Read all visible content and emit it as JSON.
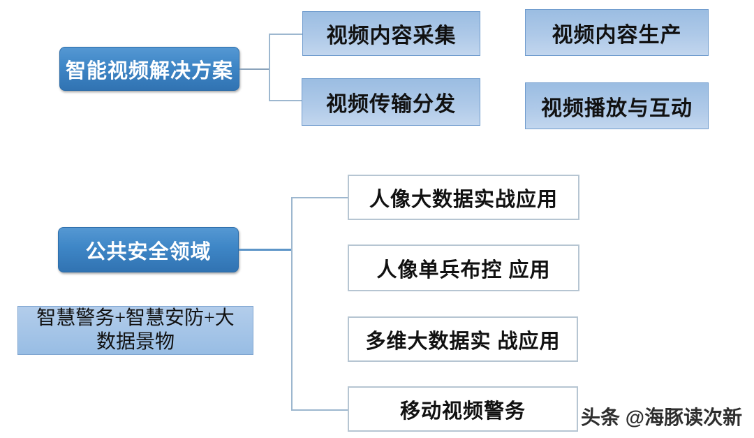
{
  "page": {
    "background": "#ffffff"
  },
  "colors": {
    "root_box_top": "#5598d3",
    "root_box_bottom": "#3173b2",
    "root_box_border": "#2c6ca8",
    "root_box_text": "#ffffff",
    "child_box_top": "#9bbde2",
    "child_box_bottom": "#c2d6ee",
    "child_box_border": "#6f9bcd",
    "note_box_top": "#b3cdeb",
    "note_box_bottom": "#98bde4",
    "note_box_border": "#7fa5d0",
    "white_box_border": "#b6c5d2",
    "box_text": "#111111",
    "connector": "#9db7cf",
    "connector_root2": "#5d95c8"
  },
  "tree1": {
    "root": {
      "label": "智能视频解决方案"
    },
    "children": [
      {
        "label": "视频内容采集"
      },
      {
        "label": "视频传输分发"
      }
    ],
    "side_boxes": [
      {
        "label": "视频内容生产"
      },
      {
        "label": "视频播放与互动"
      }
    ]
  },
  "tree2": {
    "root": {
      "label": "公共安全领域"
    },
    "note": {
      "lines": [
        "智慧警务+智慧安防+大",
        "数据景物"
      ]
    },
    "children": [
      {
        "label": "人像大数据实战应用"
      },
      {
        "label": "人像单兵布控 应用"
      },
      {
        "label": "多维大数据实 战应用"
      },
      {
        "label": "移动视频警务"
      }
    ]
  },
  "watermark": {
    "text": "头条 @海豚读次新"
  }
}
